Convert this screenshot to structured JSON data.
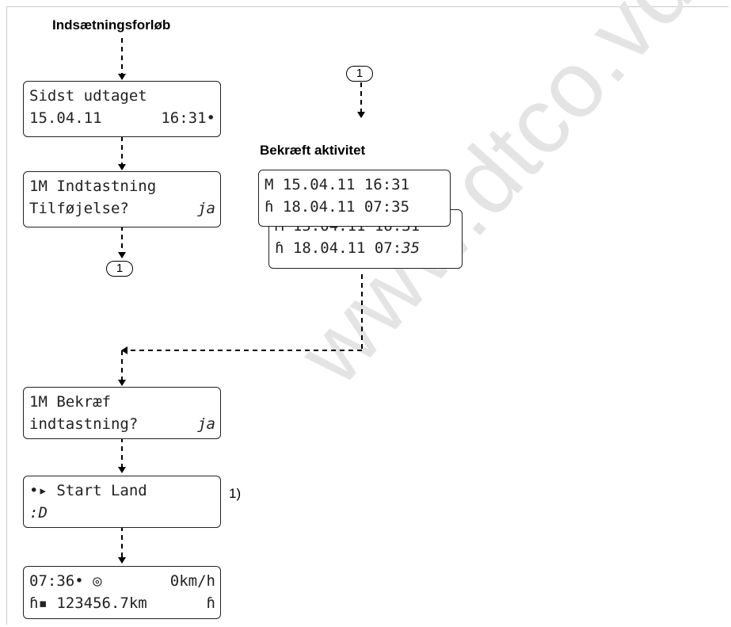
{
  "watermark": "www.dtco.vdo",
  "headings": {
    "entry_sequence": "Indsætningsforløb",
    "confirm_activity": "Bekræft aktivitet"
  },
  "connector_label": "1",
  "footnote_marker": "1)",
  "screens": {
    "last_removed": {
      "line1": "Sidst udtaget",
      "line2_left": "15.04.11",
      "line2_right": "16:31•"
    },
    "manual_entry": {
      "line1": "1M Indtastning",
      "line2_left": "Tilføjelse?",
      "line2_right": "ja"
    },
    "activity_front": {
      "line1": "M 15.04.11 16:31",
      "line2": "ɦ 18.04.11 07:35"
    },
    "activity_back": {
      "line1": "M 15.04.11 16:31",
      "line2_left": "ɦ 18.04.11 07:",
      "line2_right": "35"
    },
    "confirm_entry": {
      "line1": "1M Bekræf",
      "line2_left": "indtastning?",
      "line2_right": "ja"
    },
    "start_country": {
      "line1": "•▸ Start Land",
      "line2": ":D"
    },
    "standard": {
      "line1_left": "07:36• ◎",
      "line1_right": "0km/h",
      "line2_left": "ɦ▪ 123456.7km",
      "line2_right": "ɦ"
    }
  }
}
